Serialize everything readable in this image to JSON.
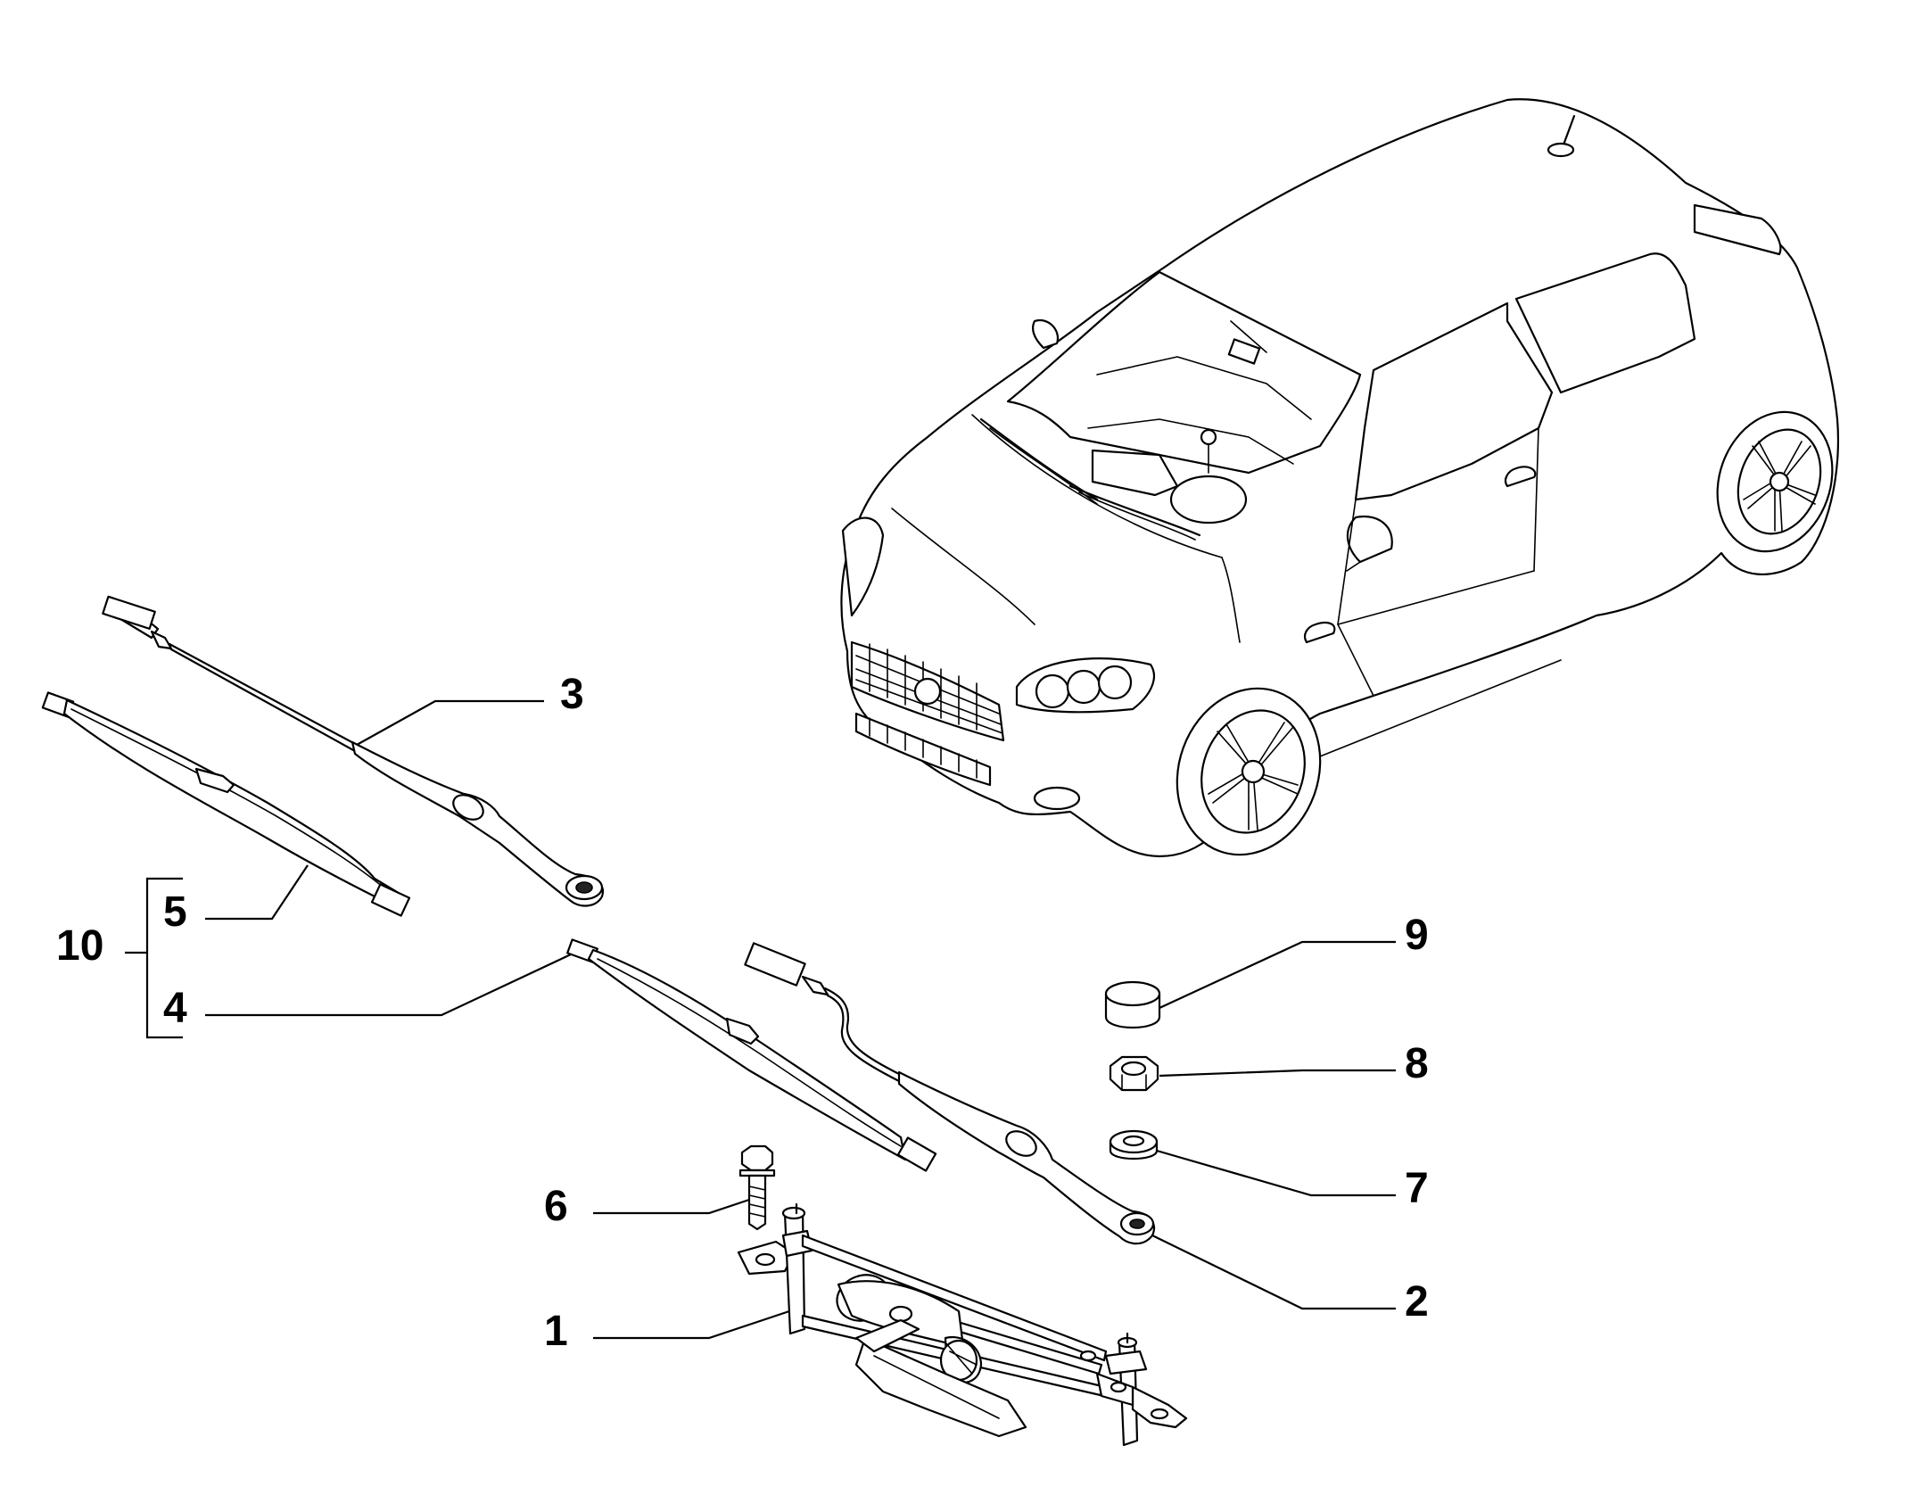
{
  "labels": {
    "1": "1",
    "2": "2",
    "3": "3",
    "4": "4",
    "5": "5",
    "6": "6",
    "7": "7",
    "8": "8",
    "9": "9",
    "10": "10"
  },
  "colors": {
    "ink": "#000000",
    "paper": "#ffffff"
  },
  "icons": {
    "car": "car-icon",
    "wiper-arm": "wiper-arm-icon",
    "wiper-blade": "wiper-blade-icon",
    "linkage": "wiper-linkage-icon",
    "bolt": "bolt-icon",
    "washer": "washer-icon",
    "nut": "nut-icon",
    "cap": "cap-icon"
  }
}
